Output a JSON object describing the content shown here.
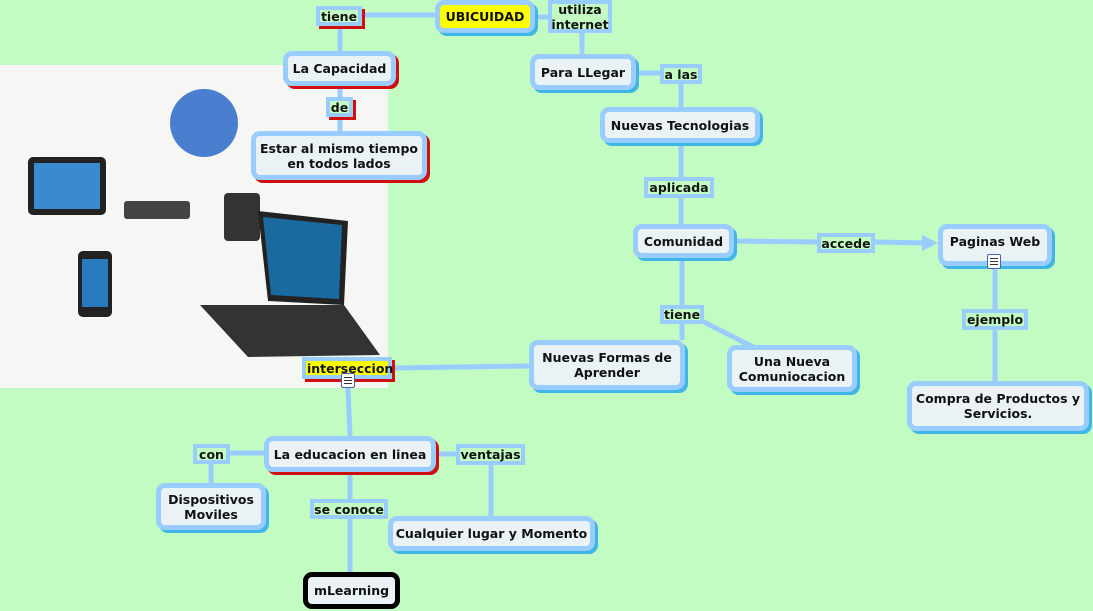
{
  "concepts": {
    "ubicuidad": "UBICUIDAD",
    "la_capacidad": "La Capacidad",
    "estar": "Estar al mismo tiempo en todos lados",
    "para_llegar": "Para LLegar",
    "nuevas_tecnologias": "Nuevas Tecnologias",
    "comunidad": "Comunidad",
    "paginas_web": "Paginas Web",
    "compra": "Compra de Productos y Servicios.",
    "nuevas_formas": "Nuevas Formas de Aprender",
    "una_nueva": "Una Nueva Comuniocacion",
    "interseccion": "interseccion",
    "educacion": "La educacion en linea",
    "dispositivos": "Dispositivos Moviles",
    "cualquier": "Cualquier lugar y Momento",
    "mlearning": "mLearning"
  },
  "links": {
    "tiene1": "tiene",
    "utiliza": "utiliza internet",
    "de": "de",
    "a_las": "a las",
    "aplicada": "aplicada",
    "accede": "accede",
    "ejemplo": "ejemplo",
    "tiene2": "tiene",
    "con": "con",
    "ventajas": "ventajas",
    "se_conoce": "se conoce"
  },
  "colors": {
    "background": "#c3fcc3",
    "line": "#99ccff",
    "highlight": "#ffff00"
  }
}
